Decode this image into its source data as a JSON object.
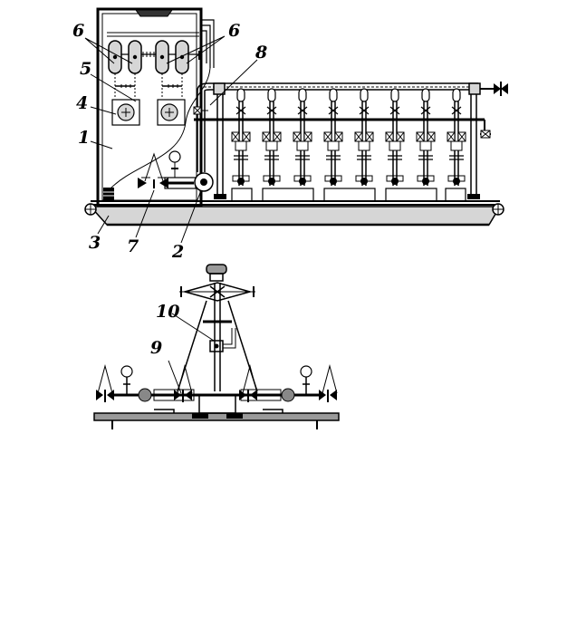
{
  "labels": {
    "l1": "1",
    "l2": "2",
    "l3": "3",
    "l4": "4",
    "l5": "5",
    "l6a": "6",
    "l6b": "6",
    "l7": "7",
    "l8": "8",
    "l9": "9",
    "l10": "10"
  },
  "colors": {
    "line": "#000000",
    "fill_gray": "#9a9a9a",
    "fill_light": "#d6d6d6",
    "background": "#ffffff"
  }
}
